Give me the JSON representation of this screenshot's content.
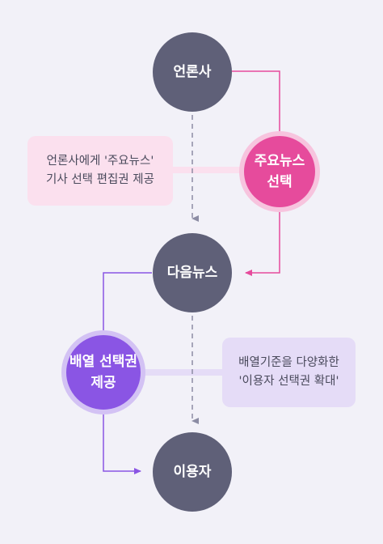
{
  "nodes": {
    "media": {
      "line1": "언론사"
    },
    "main_news": {
      "line1": "주요뉴스",
      "line2": "선택"
    },
    "daum_news": {
      "line1": "다음뉴스"
    },
    "arrangement": {
      "line1": "배열 선택권",
      "line2": "제공"
    },
    "user": {
      "line1": "이용자"
    }
  },
  "notes": {
    "media_right": {
      "line1": "언론사에게 '주요뉴스'",
      "line2": "기사 선택 편집권 제공"
    },
    "user_choice": {
      "line1": "배열기준을 다양화한",
      "line2": "'이용자 선택권 확대'"
    }
  },
  "colors": {
    "gray_node": "#5f6078",
    "pink_node": "#e64b9c",
    "purple_node": "#8a55e4",
    "pink_note": "#fbe0ee",
    "purple_note": "#e5dcf7",
    "background": "#f2f1f8"
  }
}
